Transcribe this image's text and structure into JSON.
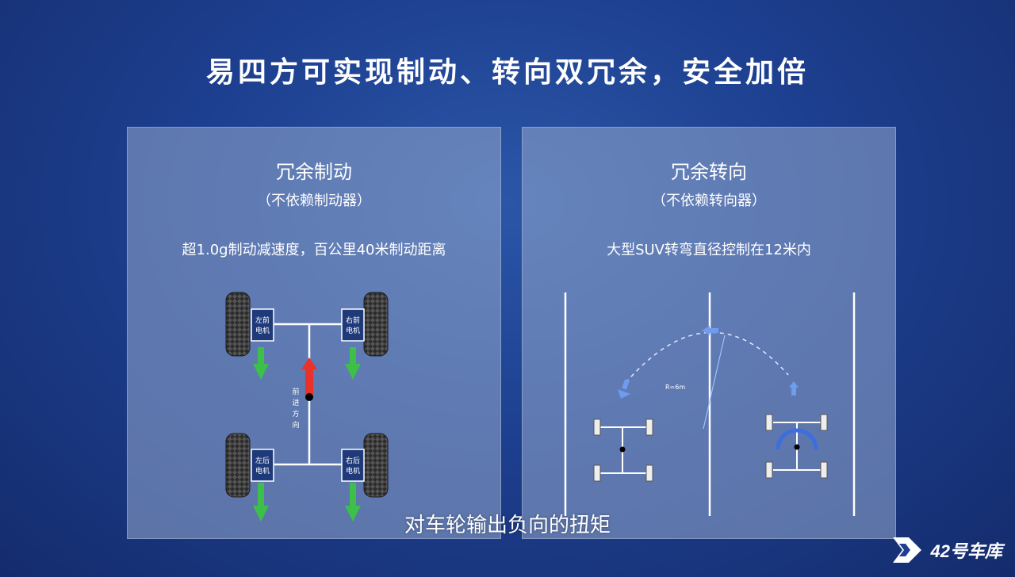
{
  "title": "易四方可实现制动、转向双冗余，安全加倍",
  "left_panel": {
    "title": "冗余制动",
    "subtitle": "（不依赖制动器）",
    "description": "超1.0g制动减速度，百公里40米制动距离",
    "motors": {
      "front_left": [
        "左前",
        "电机"
      ],
      "front_right": [
        "右前",
        "电机"
      ],
      "rear_left": [
        "左后",
        "电机"
      ],
      "rear_right": [
        "右后",
        "电机"
      ]
    },
    "direction_label": [
      "前",
      "进",
      "方",
      "向"
    ]
  },
  "right_panel": {
    "title": "冗余转向",
    "subtitle": "（不依赖转向器）",
    "description": "大型SUV转弯直径控制在12米内",
    "radius_label": "R=6m"
  },
  "caption": "对车轮输出负向的扭矩",
  "watermark": "42号车库",
  "colors": {
    "brake_arrow": "#3cc04a",
    "forward_arrow": "#e8322a",
    "turn_arrow": "#6f9bf0"
  }
}
